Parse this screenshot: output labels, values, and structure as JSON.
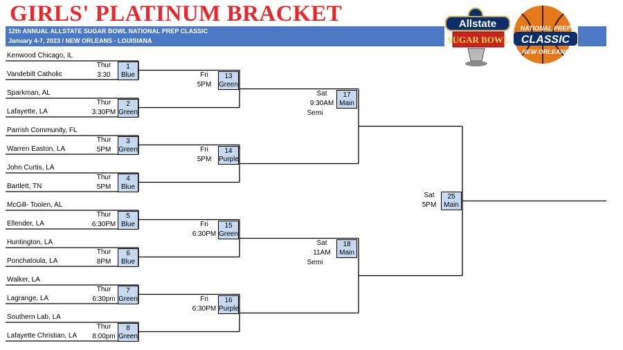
{
  "header": {
    "title": "GIRLS' PLATINUM BRACKET",
    "subtitle_line1": "12th ANNUAL ALLSTATE SUGAR BOWL NATIONAL PREP CLASSIC",
    "subtitle_line2": "January 4-7, 2023 /  NEW ORLEANS - LOUISIANA"
  },
  "logo": {
    "brand": "Allstate",
    "bowl": "SUGAR BOWL",
    "tag1": "NATIONAL PREP",
    "tag2": "CLASSIC",
    "tag3": "NEW ORLEANS"
  },
  "colors": {
    "red_title": "#e8262b",
    "banner_blue": "#4a78c2",
    "box_blue": "#c5d9f1"
  },
  "teams": [
    "Kenwood Chicago, IL",
    "Vandebilt Catholic",
    "Sparkman, AL",
    "Lafayette, LA",
    "Parrish Community, FL",
    "Warren Easton, LA",
    "John Curtis, LA",
    "Bartlett, TN",
    "McGill- Toolen, AL",
    "Ellender, LA",
    "Huntington, LA",
    "Ponchatoula, LA",
    "Walker, LA",
    "Lagrange, LA",
    "Southern Lab, LA",
    "Lafayette Christian, LA"
  ],
  "round1": [
    {
      "day": "Thur",
      "time": "3:30",
      "game": "1",
      "court": "Blue"
    },
    {
      "day": "Thur",
      "time": "3:30PM",
      "game": "2",
      "court": "Green"
    },
    {
      "day": "Thur",
      "time": "5PM",
      "game": "3",
      "court": "Green"
    },
    {
      "day": "Thur",
      "time": "5PM",
      "game": "4",
      "court": "Blue"
    },
    {
      "day": "Thur",
      "time": "6:30PM",
      "game": "5",
      "court": "Blue"
    },
    {
      "day": "Thur",
      "time": "8PM",
      "game": "6",
      "court": "Blue"
    },
    {
      "day": "Thur",
      "time": "6:30pm",
      "game": "7",
      "court": "Green"
    },
    {
      "day": "Thur",
      "time": "8:00pm",
      "game": "8",
      "court": "Green"
    }
  ],
  "round2": [
    {
      "day": "Fri",
      "time": "5PM",
      "game": "13",
      "court": "Green"
    },
    {
      "day": "Fri",
      "time": "5PM",
      "game": "14",
      "court": "Purple"
    },
    {
      "day": "Fri",
      "time": "6:30PM",
      "game": "15",
      "court": "Green"
    },
    {
      "day": "Fri",
      "time": "6:30PM",
      "game": "16",
      "court": "Purple"
    }
  ],
  "semis": [
    {
      "day": "Sat",
      "time": "9:30AM",
      "label": "Semi",
      "game": "17",
      "court": "Main"
    },
    {
      "day": "Sat",
      "time": "11AM",
      "label": "Semi",
      "game": "18",
      "court": "Main"
    }
  ],
  "final": {
    "day": "Sat",
    "time": "5PM",
    "game": "25",
    "court": "Main"
  }
}
